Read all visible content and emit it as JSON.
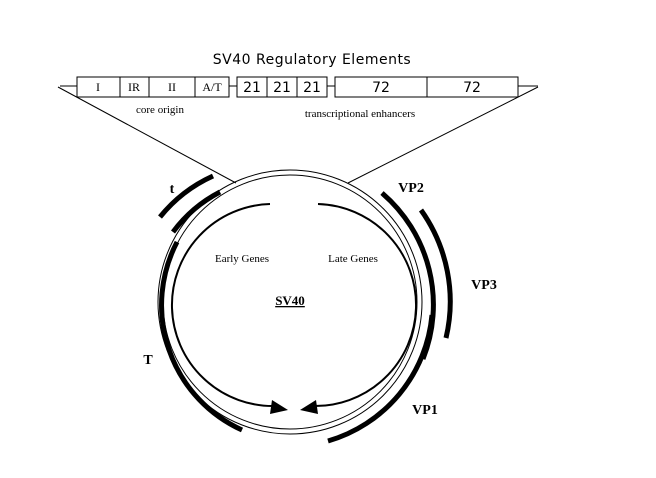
{
  "diagram": {
    "title": "SV40  Regulatory  Elements",
    "boxes": [
      {
        "label": "I"
      },
      {
        "label": "IR"
      },
      {
        "label": "II"
      },
      {
        "label": "A/T"
      },
      {
        "label": "21"
      },
      {
        "label": "21"
      },
      {
        "label": "21"
      },
      {
        "label": "72"
      },
      {
        "label": "72"
      }
    ],
    "region_labels": {
      "core_origin": "core origin",
      "enhancers": "transcriptional enhancers"
    },
    "circle": {
      "center_label": "SV40",
      "early_label": "Early Genes",
      "late_label": "Late Genes"
    },
    "genes": {
      "t_small": "t",
      "T_large": "T",
      "VP2": "VP2",
      "VP3": "VP3",
      "VP1": "VP1"
    },
    "colors": {
      "ink": "#000000",
      "paper": "#ffffff"
    }
  }
}
